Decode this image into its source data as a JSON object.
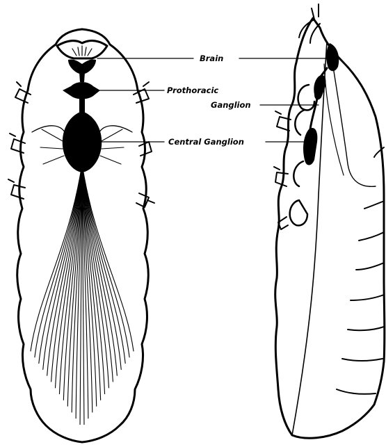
{
  "labels": {
    "brain": "Brain",
    "prothoracic_line1": "Prothoracic",
    "prothoracic_line2": "Ganglion",
    "central": "Central Ganglion"
  },
  "colors": {
    "ink": "#000000",
    "paper": "#ffffff"
  }
}
